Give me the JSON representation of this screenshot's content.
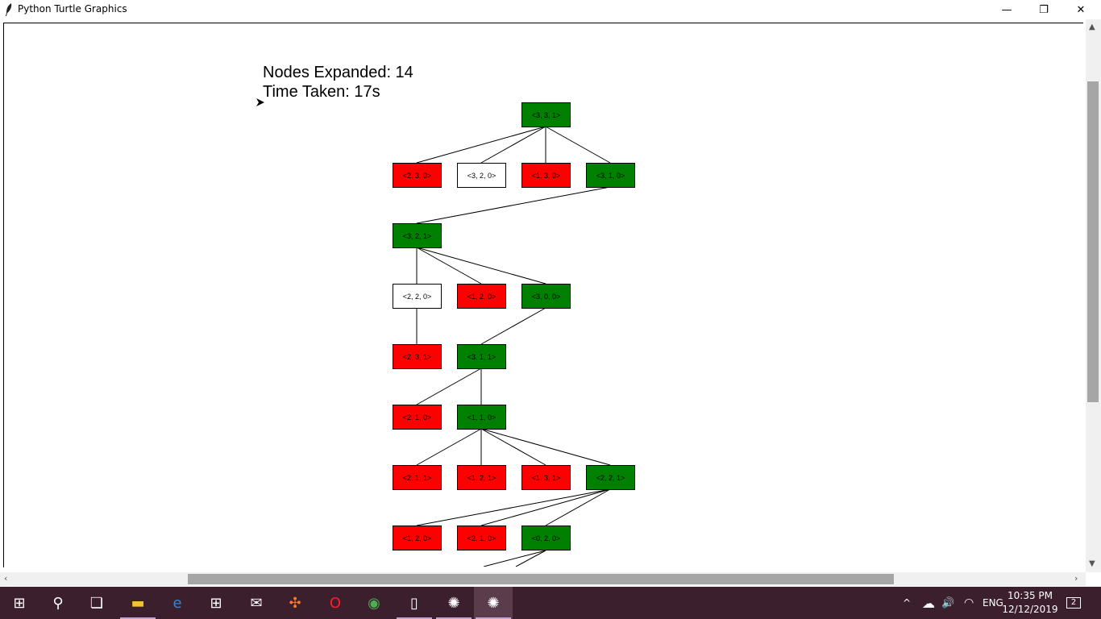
{
  "window": {
    "title": "Python Turtle Graphics",
    "minimize_glyph": "—",
    "restore_glyph": "❐",
    "close_glyph": "✕"
  },
  "info": {
    "nodes_expanded": "Nodes Expanded: 14",
    "time_taken": "Time Taken: 17s"
  },
  "colors": {
    "green": "#008000",
    "red": "#ff0000",
    "white": "#ffffff"
  },
  "tree": {
    "nodes": [
      {
        "id": "n0",
        "label": "<3, 3, 1>",
        "color": "green"
      },
      {
        "id": "n1",
        "label": "<2, 3, 0>",
        "color": "red"
      },
      {
        "id": "n2",
        "label": "<3, 2, 0>",
        "color": "white"
      },
      {
        "id": "n3",
        "label": "<1, 3, 0>",
        "color": "red"
      },
      {
        "id": "n4",
        "label": "<3, 1, 0>",
        "color": "green"
      },
      {
        "id": "n5",
        "label": "<3, 2, 1>",
        "color": "green"
      },
      {
        "id": "n6",
        "label": "<2, 2, 0>",
        "color": "white"
      },
      {
        "id": "n7",
        "label": "<1, 2, 0>",
        "color": "red"
      },
      {
        "id": "n8",
        "label": "<3, 0, 0>",
        "color": "green"
      },
      {
        "id": "n9",
        "label": "<2, 3, 1>",
        "color": "red"
      },
      {
        "id": "n10",
        "label": "<3, 1, 1>",
        "color": "green"
      },
      {
        "id": "n11",
        "label": "<2, 1, 0>",
        "color": "red"
      },
      {
        "id": "n12",
        "label": "<1, 1, 0>",
        "color": "green"
      },
      {
        "id": "n13",
        "label": "<2, 1, 1>",
        "color": "red"
      },
      {
        "id": "n14",
        "label": "<1, 2, 1>",
        "color": "red"
      },
      {
        "id": "n15",
        "label": "<1, 3, 1>",
        "color": "red"
      },
      {
        "id": "n16",
        "label": "<2, 2, 1>",
        "color": "green"
      },
      {
        "id": "n17",
        "label": "<1, 2, 0>",
        "color": "red"
      },
      {
        "id": "n18",
        "label": "<2, 1, 0>",
        "color": "red"
      },
      {
        "id": "n19",
        "label": "<0, 2, 0>",
        "color": "green"
      }
    ],
    "edges": [
      [
        "n0",
        "n1"
      ],
      [
        "n0",
        "n2"
      ],
      [
        "n0",
        "n3"
      ],
      [
        "n0",
        "n4"
      ],
      [
        "n4",
        "n5"
      ],
      [
        "n5",
        "n6"
      ],
      [
        "n5",
        "n7"
      ],
      [
        "n5",
        "n8"
      ],
      [
        "n6",
        "n9"
      ],
      [
        "n8",
        "n10"
      ],
      [
        "n10",
        "n11"
      ],
      [
        "n10",
        "n12"
      ],
      [
        "n12",
        "n13"
      ],
      [
        "n12",
        "n14"
      ],
      [
        "n12",
        "n15"
      ],
      [
        "n12",
        "n16"
      ],
      [
        "n16",
        "n17"
      ],
      [
        "n16",
        "n18"
      ],
      [
        "n16",
        "n19"
      ]
    ]
  },
  "taskbar": {
    "icons": [
      {
        "name": "start-icon",
        "glyph": "⊞",
        "color": "#ffffff"
      },
      {
        "name": "search-icon",
        "glyph": "⚲",
        "color": "#ffffff"
      },
      {
        "name": "task-view-icon",
        "glyph": "❏",
        "color": "#ffffff"
      },
      {
        "name": "file-explorer-icon",
        "glyph": "▬",
        "color": "#f2c230"
      },
      {
        "name": "edge-icon",
        "glyph": "e",
        "color": "#2b88d8"
      },
      {
        "name": "store-icon",
        "glyph": "⊞",
        "color": "#ffffff"
      },
      {
        "name": "mail-icon",
        "glyph": "✉",
        "color": "#ffffff"
      },
      {
        "name": "xampp-icon",
        "glyph": "✣",
        "color": "#fb7a24"
      },
      {
        "name": "opera-icon",
        "glyph": "O",
        "color": "#ff1b2d"
      },
      {
        "name": "chrome-icon",
        "glyph": "◉",
        "color": "#4caf50"
      },
      {
        "name": "file-icon",
        "glyph": "▯",
        "color": "#ffffff"
      },
      {
        "name": "python-turtle-icon",
        "glyph": "✺",
        "color": "#ffffff"
      },
      {
        "name": "python-turtle-active-icon",
        "glyph": "✺",
        "color": "#ffffff"
      }
    ],
    "tray": {
      "chevron": "^",
      "cloud": "☁",
      "volume": "🔊",
      "wifi": "◠",
      "language": "ENG",
      "time": "10:35 PM",
      "date": "12/12/2019",
      "notifications": "2"
    }
  }
}
